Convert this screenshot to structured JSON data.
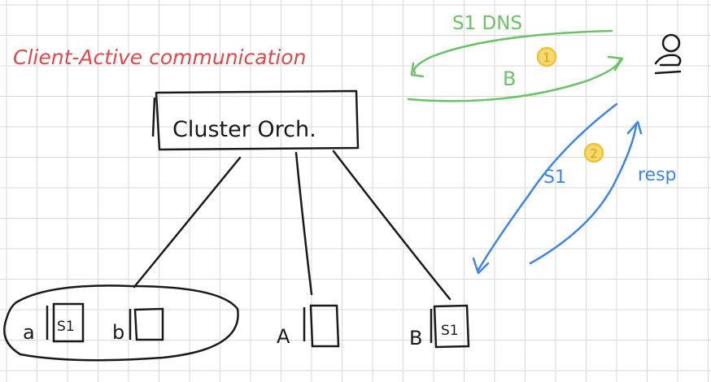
{
  "title": "Client-Active communication",
  "cluster": {
    "label": "Cluster Orch."
  },
  "nodes": {
    "a": {
      "label": "a",
      "slot": "S1"
    },
    "b": {
      "label": "b",
      "slot": ""
    },
    "A": {
      "label": "A",
      "slot": ""
    },
    "B": {
      "label": "B",
      "slot": "S1"
    }
  },
  "step1": {
    "label": "S1 DNS",
    "target": "B",
    "number": "1"
  },
  "step2": {
    "request": "S1",
    "response": "resp",
    "number": "2"
  },
  "colors": {
    "title": "#e0484b",
    "ink": "#1a1a1a",
    "green": "#6cc266",
    "blue": "#3f86e4",
    "yellow": "#f2c230",
    "grid": "#d9d9d9"
  }
}
